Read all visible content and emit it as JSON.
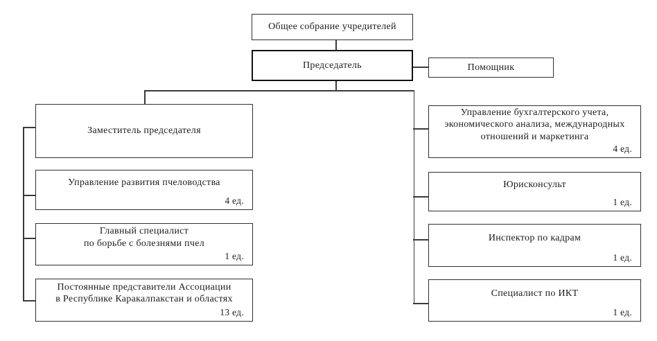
{
  "diagram": {
    "type": "org-chart",
    "colors": {
      "border": "#2f2f2f",
      "bold_border": "#111111",
      "line": "#3a3a3a",
      "background": "#ffffff",
      "text": "#1c1c1c"
    },
    "top": {
      "label": "Общее собрание учредителей"
    },
    "chairman": {
      "label": "Председатель"
    },
    "assistant": {
      "label": "Помощник"
    },
    "left_column": [
      {
        "lines": [
          "Заместитель председателя"
        ],
        "count": ""
      },
      {
        "lines": [
          "Управление развития пчеловодства"
        ],
        "count": "4 ед."
      },
      {
        "lines": [
          "Главный специалист",
          "по борьбе с болезнями пчел"
        ],
        "count": "1 ед."
      },
      {
        "lines": [
          "Постоянные представители Ассоциации",
          "в Республике Каракалпакстан и областях"
        ],
        "count": "13 ед."
      }
    ],
    "right_column": [
      {
        "lines": [
          "Управление бухгалтерского учета,",
          "экономического анализа, международных",
          "отношений и маркетинга"
        ],
        "count": "4 ед."
      },
      {
        "lines": [
          "Юрисконсульт"
        ],
        "count": "1 ед."
      },
      {
        "lines": [
          "Инспектор по кадрам"
        ],
        "count": "1 ед."
      },
      {
        "lines": [
          "Специалист по ИКТ"
        ],
        "count": "1 ед."
      }
    ]
  }
}
